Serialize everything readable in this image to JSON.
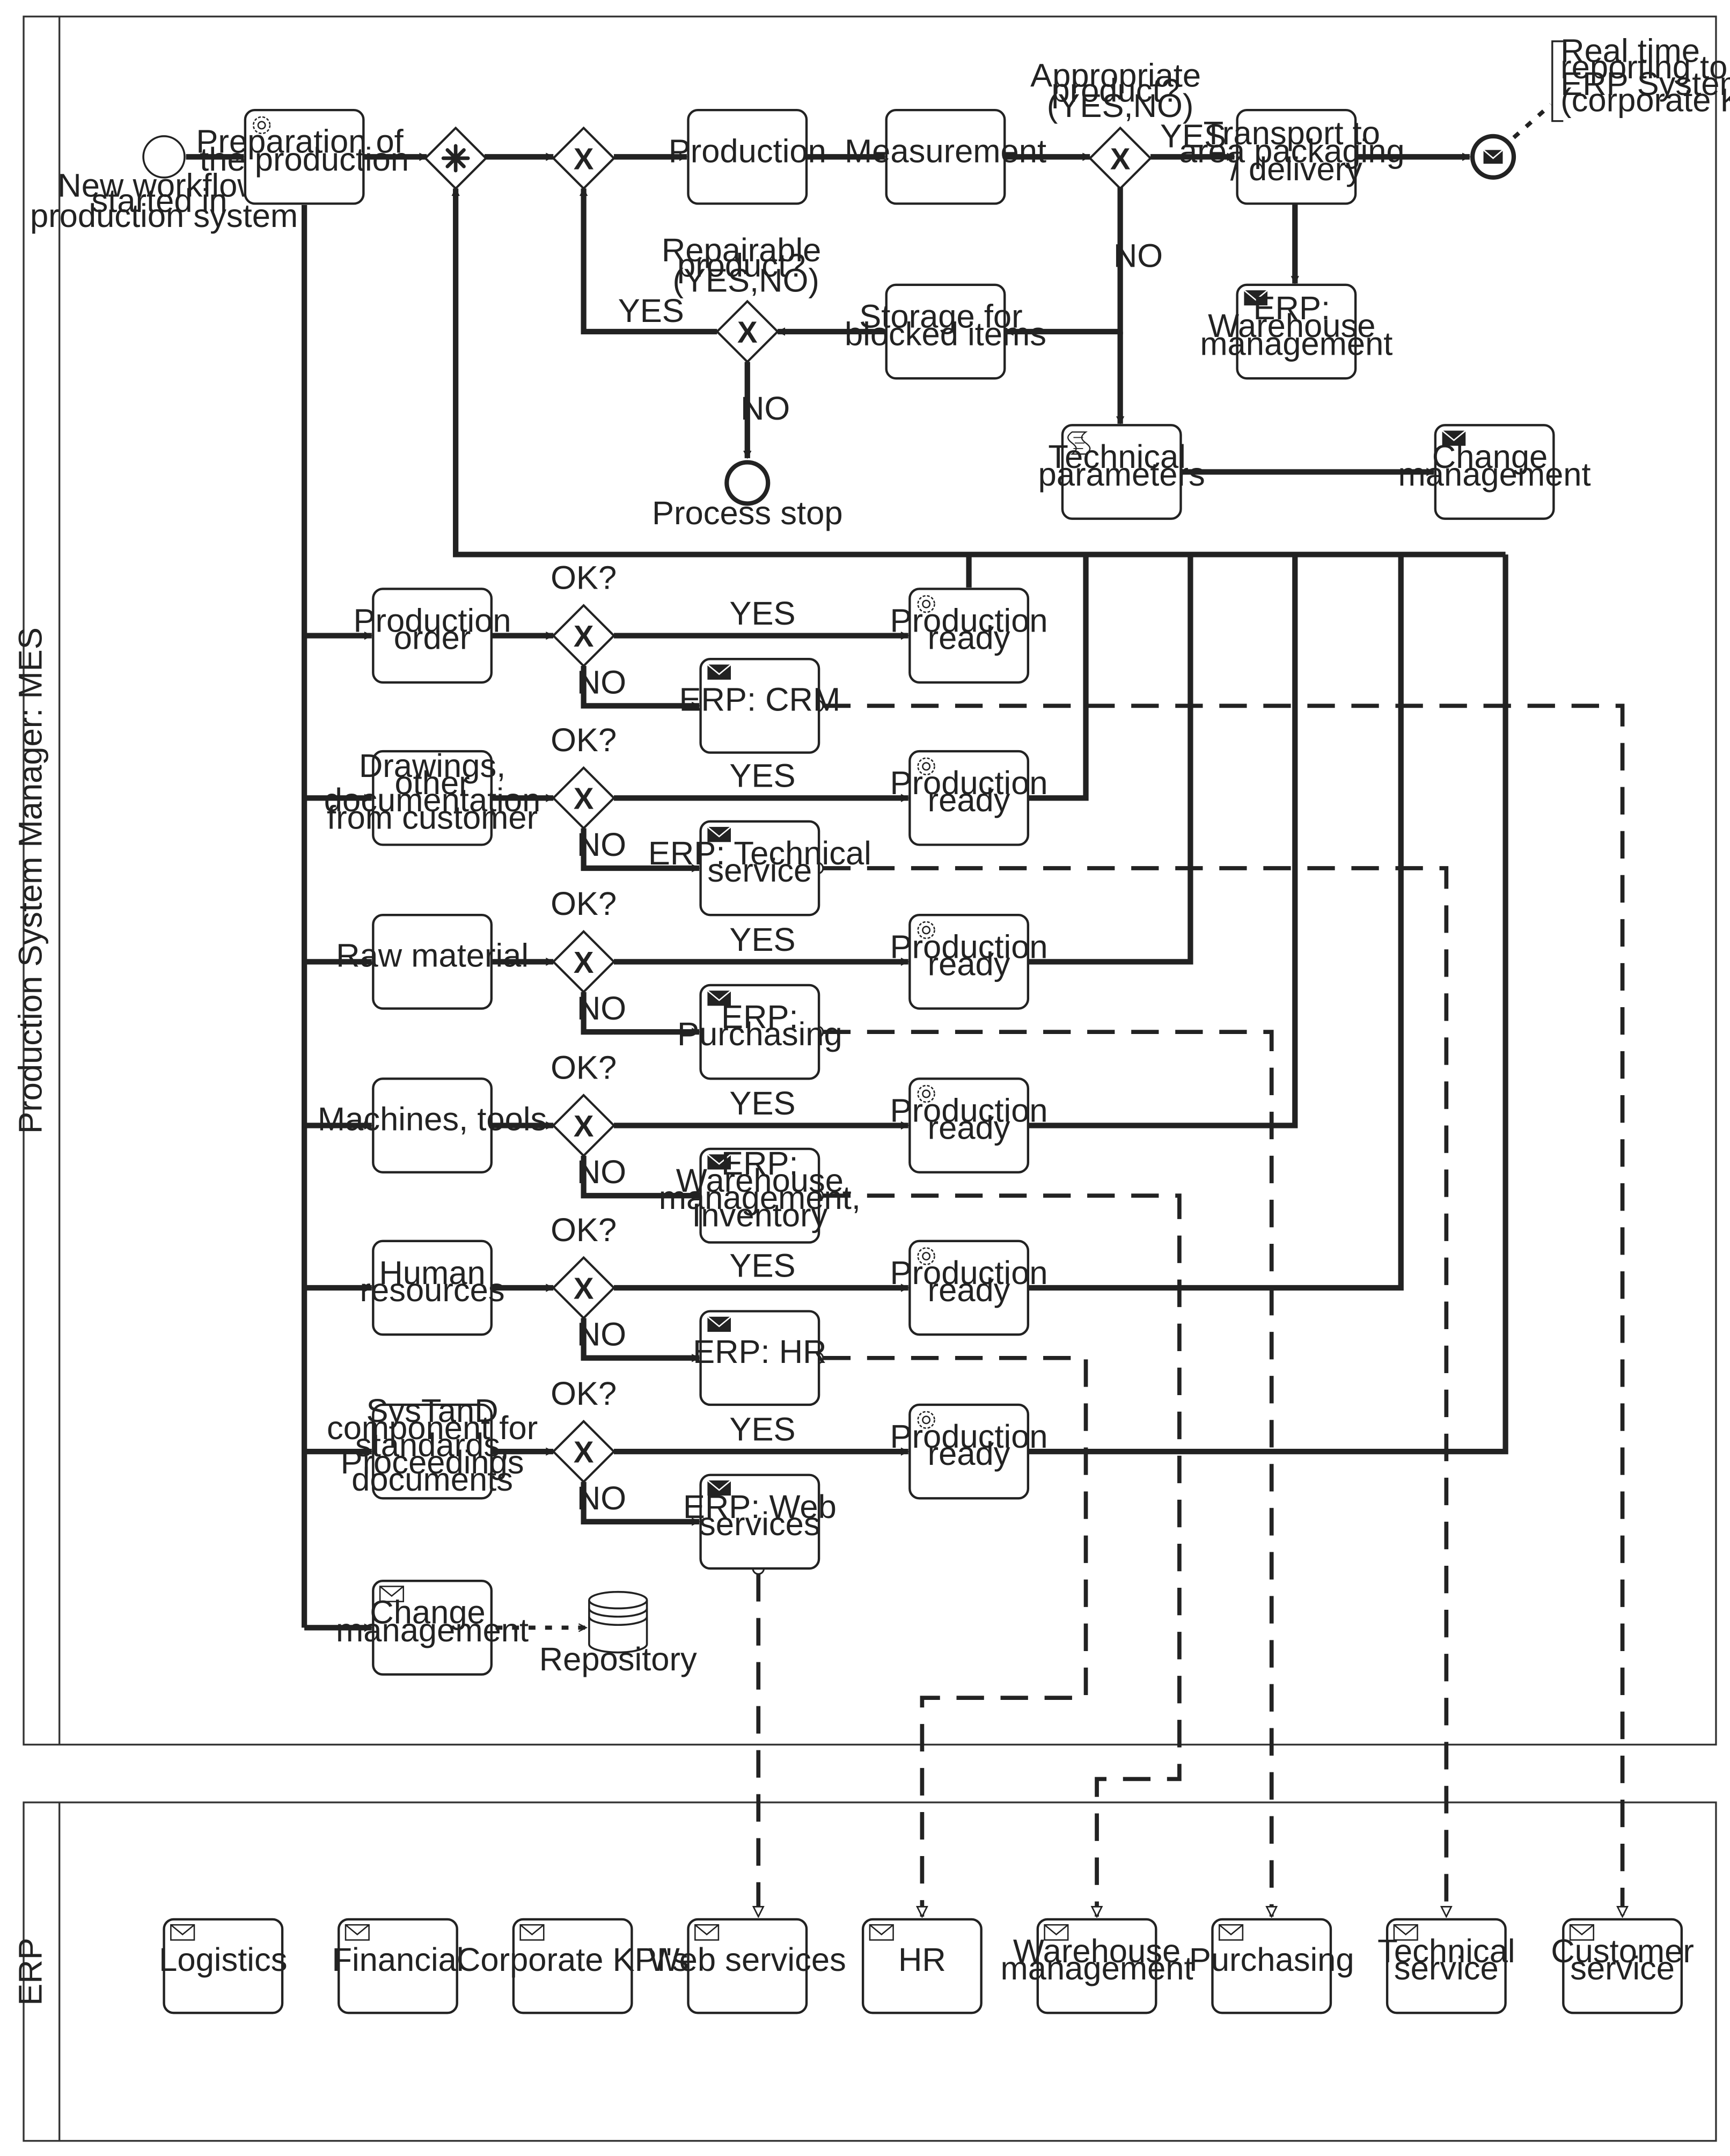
{
  "pools": {
    "mes": "Production System Manager: MES",
    "erp": "ERP"
  },
  "events": {
    "start": "New workflow started in production system",
    "stop": "Process stop"
  },
  "tasks": {
    "prep": "Preparation of the production",
    "production": "Production",
    "measurement": "Measurement",
    "transport": "Transport to area packaging / delivery",
    "erp_wh_main": "ERP: Warehouse management",
    "storage": "Storage for blocked items",
    "tech_params": "Technical parameters",
    "change_mgmt_top": "Change management",
    "change_mgmt_bottom": "Change management"
  },
  "gateways": {
    "appropriate": "Appropriate product? (YES,NO)",
    "repairable": "Repairable product? (YES,NO)"
  },
  "flow_labels": {
    "yes": "YES",
    "no": "NO",
    "ok": "OK?"
  },
  "annotation": "Real time reporting to ERP System (corporate KPI)",
  "repository": "Repository",
  "checks": [
    {
      "name": "Production order",
      "ready": "Production ready",
      "erp": "ERP: CRM"
    },
    {
      "name": "Drawings, other documentation from customer",
      "ready": "Production ready",
      "erp": "ERP: Technical service"
    },
    {
      "name": "Raw material",
      "ready": "Production ready",
      "erp": "ERP: Purchasing"
    },
    {
      "name": "Machines, tools",
      "ready": "Production ready",
      "erp": "ERP: Warehouse management, Inventory"
    },
    {
      "name": "Human resources",
      "ready": "Production ready",
      "erp": "ERP: HR"
    },
    {
      "name": "SysTanD component for standards, Proceedings documents",
      "ready": "Production ready",
      "erp": "ERP: Web services"
    }
  ],
  "erp_tasks": [
    "Logistics",
    "Financial",
    "Corporate KPI's",
    "Web services",
    "HR",
    "Warehouse management",
    "Purchasing",
    "Technical service",
    "Customer service"
  ]
}
